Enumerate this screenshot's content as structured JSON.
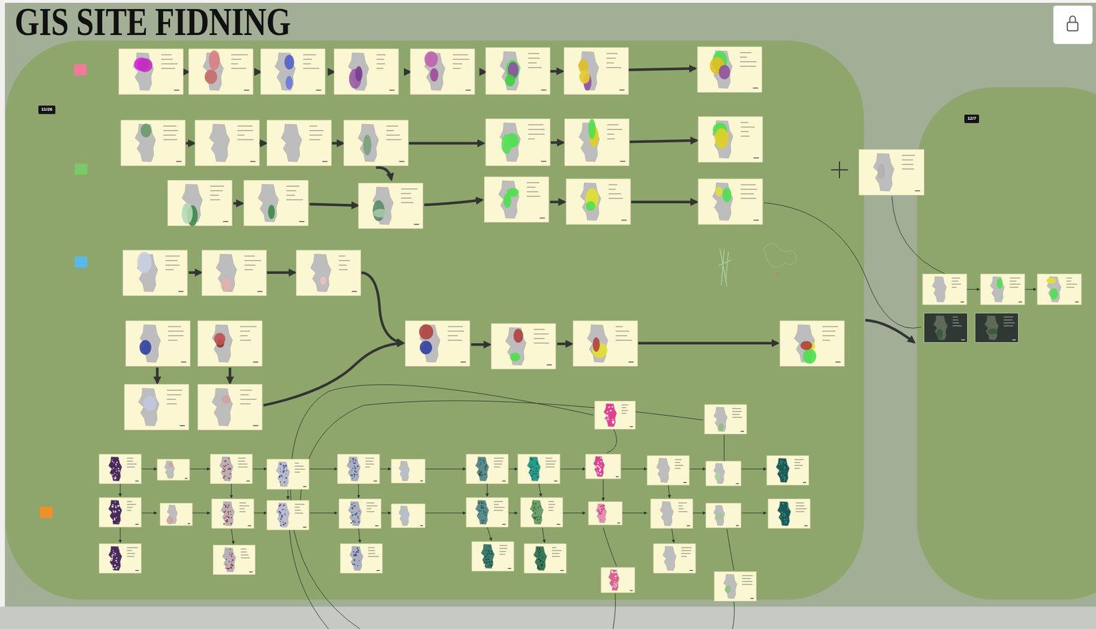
{
  "diagram": {
    "title": "GIS SITE FIDNING",
    "nodes": [
      {
        "text": [
          "11/26"
        ]
      },
      {
        "text": [
          "12/7"
        ]
      }
    ]
  }
}
